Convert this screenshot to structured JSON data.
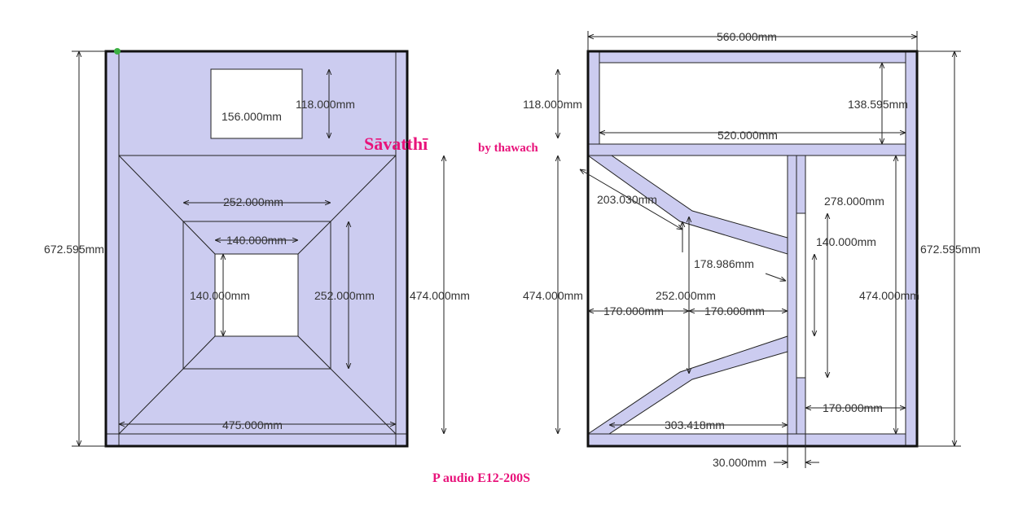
{
  "header": {
    "brand": "Sāvatthī",
    "author": "by thawach"
  },
  "footer": {
    "model": "P audio E12-200S"
  },
  "colors": {
    "panel_fill": "#ccccf0",
    "title_color": "#e8127a",
    "marker": "#3cb043"
  },
  "front_view": {
    "total_height": "672.595mm",
    "port_width": "156.000mm",
    "port_height": "118.000mm",
    "horn_mid_width": "252.000mm",
    "throat_width": "140.000mm",
    "throat_height": "140.000mm",
    "horn_mid_height": "252.000mm",
    "horn_height": "474.000mm",
    "horn_mouth_width": "475.000mm"
  },
  "side_view": {
    "total_width": "560.000mm",
    "top_chamber_height": "118.000mm",
    "top_chamber_inner": "138.595mm",
    "inner_width": "520.000mm",
    "total_height": "672.595mm",
    "horn_wall_segment": "203.030mm",
    "driver_depth": "278.000mm",
    "driver_opening": "140.000mm",
    "horn_segment_2": "178.986mm",
    "horn_mouth": "252.000mm",
    "horn_height_left": "474.000mm",
    "horn_height_right": "474.000mm",
    "half_left": "170.000mm",
    "half_right": "170.000mm",
    "rear_chamber_depth": "170.000mm",
    "bottom_run": "303.418mm",
    "board_thickness": "30.000mm"
  }
}
